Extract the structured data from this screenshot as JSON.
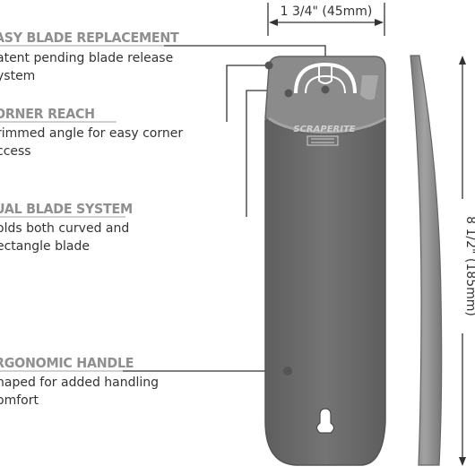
{
  "features": [
    {
      "title": "ASY BLADE REPLACEMENT",
      "description": "atent pending blade release\nystem"
    },
    {
      "title": "ORNER REACH",
      "description": "rimmed angle for easy corner\nccess"
    },
    {
      "title": "UAL BLADE SYSTEM",
      "description": "olds both curved and\nectangle blade"
    },
    {
      "title": "RGONOMIC HANDLE",
      "description": "haped for added handling\nomfort"
    }
  ],
  "dimensions": {
    "width_label": "1 3/4\" (45mm)",
    "height_label": "8 1/2\" (185mm)"
  },
  "brand": {
    "logo_text": "SCRAPERITE"
  },
  "colors": {
    "handle": "#6d6d6d",
    "handle_edge": "#5a5a5a",
    "head": "#8a8a8a",
    "side_profile": "#8c8c8c",
    "title_gray": "#8f8f8f",
    "leader_line": "#333333"
  }
}
